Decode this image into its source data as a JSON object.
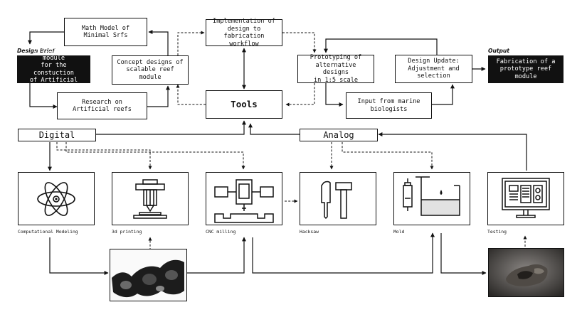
{
  "header": {
    "design_brief_label": "Design Brief",
    "output_label": "Output"
  },
  "nodes": {
    "design_brief": "Design of a module\nfor the constuction\nof Artificial Reefs",
    "math_model": "Math Model of\nMinimal Srfs",
    "concept_designs": "Concept designs of\nscalable reef module",
    "research": "Research on\nArtificial reefs",
    "implementation": "Implementation of\ndesign to fabrication\nworkflow",
    "tools": "Tools",
    "prototyping": "Prototyping of\nalternative designs\nin 1:5 scale",
    "input_biologists": "Input from marine\nbiologists",
    "design_update": "Design Update:\nAdjustment and\nselection",
    "output_fabrication": "Fabrication of a\nprototype reef\nmodule"
  },
  "bands": {
    "digital": "Digital",
    "analog": "Analog"
  },
  "methods": [
    {
      "key": "computational",
      "label": "Computational Modeling",
      "icon": "atom-icon"
    },
    {
      "key": "printing",
      "label": "3d printing",
      "icon": "3d-printer-icon"
    },
    {
      "key": "cnc",
      "label": "CNC milling",
      "icon": "cnc-mill-icon"
    },
    {
      "key": "hacksaw",
      "label": "Hacksaw",
      "icon": "hand-tools-icon"
    },
    {
      "key": "mold",
      "label": "Mold",
      "icon": "mold-casting-icon"
    },
    {
      "key": "testing",
      "label": "Testing",
      "icon": "monitor-icon"
    }
  ],
  "photos": {
    "printed_model": "printed-reef-module-photo",
    "cast_prototype": "cast-reef-prototype-photo"
  }
}
